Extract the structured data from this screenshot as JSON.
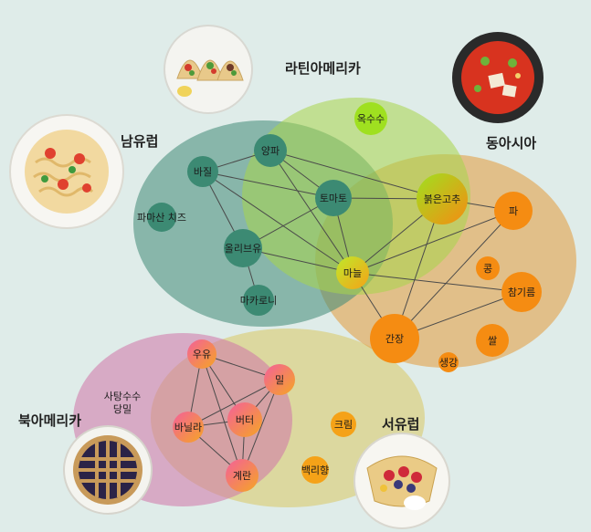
{
  "regions": [
    {
      "id": "south-europe",
      "label": "남유럽",
      "color": "#3f8a76",
      "opacity": 0.55
    },
    {
      "id": "latin-america",
      "label": "라틴아메리카",
      "color": "#a8d64a",
      "opacity": 0.55
    },
    {
      "id": "east-asia",
      "label": "동아시아",
      "color": "#e2a24a",
      "opacity": 0.6
    },
    {
      "id": "north-america",
      "label": "북아메리카",
      "color": "#cf74a8",
      "opacity": 0.55
    },
    {
      "id": "west-europe",
      "label": "서유럽",
      "color": "#d9c455",
      "opacity": 0.5
    }
  ],
  "nodes": [
    {
      "id": "basil",
      "label": "바질",
      "color": "#3c8a73"
    },
    {
      "id": "parmesan",
      "label": "파마산 치즈",
      "color": "#3c8a73"
    },
    {
      "id": "olive",
      "label": "올리브유",
      "color": "#3c8a73"
    },
    {
      "id": "macaroni",
      "label": "마카로니",
      "color": "#3c8a73"
    },
    {
      "id": "onion",
      "label": "양파",
      "color": "#3c8a73"
    },
    {
      "id": "tomato",
      "label": "토마토",
      "color": "#3c8a73"
    },
    {
      "id": "corn",
      "label": "옥수수",
      "color": "#9fe020"
    },
    {
      "id": "garlic",
      "label": "마늘",
      "color": "#9fe020"
    },
    {
      "id": "redpepper",
      "label": "붉은고추",
      "color": "#9fe020"
    },
    {
      "id": "scallion",
      "label": "파",
      "color": "#f58c12"
    },
    {
      "id": "bean",
      "label": "콩",
      "color": "#f58c12"
    },
    {
      "id": "sesame",
      "label": "참기름",
      "color": "#f58c12"
    },
    {
      "id": "soysauce",
      "label": "간장",
      "color": "#f58c12"
    },
    {
      "id": "rice",
      "label": "쌀",
      "color": "#f58c12"
    },
    {
      "id": "ginger",
      "label": "생강",
      "color": "#f58c12"
    },
    {
      "id": "milk",
      "label": "우유",
      "color": "#f47090"
    },
    {
      "id": "flour",
      "label": "밀",
      "color": "#f47090"
    },
    {
      "id": "vanilla",
      "label": "바닐라",
      "color": "#f47090"
    },
    {
      "id": "butter",
      "label": "버터",
      "color": "#f47090"
    },
    {
      "id": "egg",
      "label": "계란",
      "color": "#f47090"
    },
    {
      "id": "cream",
      "label": "크림",
      "color": "#f5a218"
    },
    {
      "id": "vanillin",
      "label": "백리향",
      "color": "#f5a218"
    }
  ],
  "free_labels": [
    {
      "id": "sugar",
      "lines": [
        "사탕수수",
        "당밀"
      ]
    }
  ],
  "edges": [
    [
      "basil",
      "onion"
    ],
    [
      "basil",
      "tomato"
    ],
    [
      "basil",
      "olive"
    ],
    [
      "basil",
      "garlic"
    ],
    [
      "onion",
      "tomato"
    ],
    [
      "onion",
      "garlic"
    ],
    [
      "onion",
      "redpepper"
    ],
    [
      "tomato",
      "garlic"
    ],
    [
      "tomato",
      "redpepper"
    ],
    [
      "tomato",
      "olive"
    ],
    [
      "olive",
      "garlic"
    ],
    [
      "olive",
      "macaroni"
    ],
    [
      "garlic",
      "redpepper"
    ],
    [
      "garlic",
      "scallion"
    ],
    [
      "garlic",
      "sesame"
    ],
    [
      "garlic",
      "soysauce"
    ],
    [
      "redpepper",
      "scallion"
    ],
    [
      "redpepper",
      "soysauce"
    ],
    [
      "scallion",
      "soysauce"
    ],
    [
      "sesame",
      "soysauce"
    ],
    [
      "milk",
      "flour"
    ],
    [
      "milk",
      "vanilla"
    ],
    [
      "milk",
      "butter"
    ],
    [
      "milk",
      "egg"
    ],
    [
      "flour",
      "vanilla"
    ],
    [
      "flour",
      "butter"
    ],
    [
      "flour",
      "egg"
    ],
    [
      "vanilla",
      "butter"
    ],
    [
      "vanilla",
      "egg"
    ],
    [
      "butter",
      "egg"
    ]
  ],
  "food_icons": [
    "tacos-icon",
    "pasta-icon",
    "kimchi-stew-icon",
    "pie-icon",
    "crepe-icon"
  ]
}
